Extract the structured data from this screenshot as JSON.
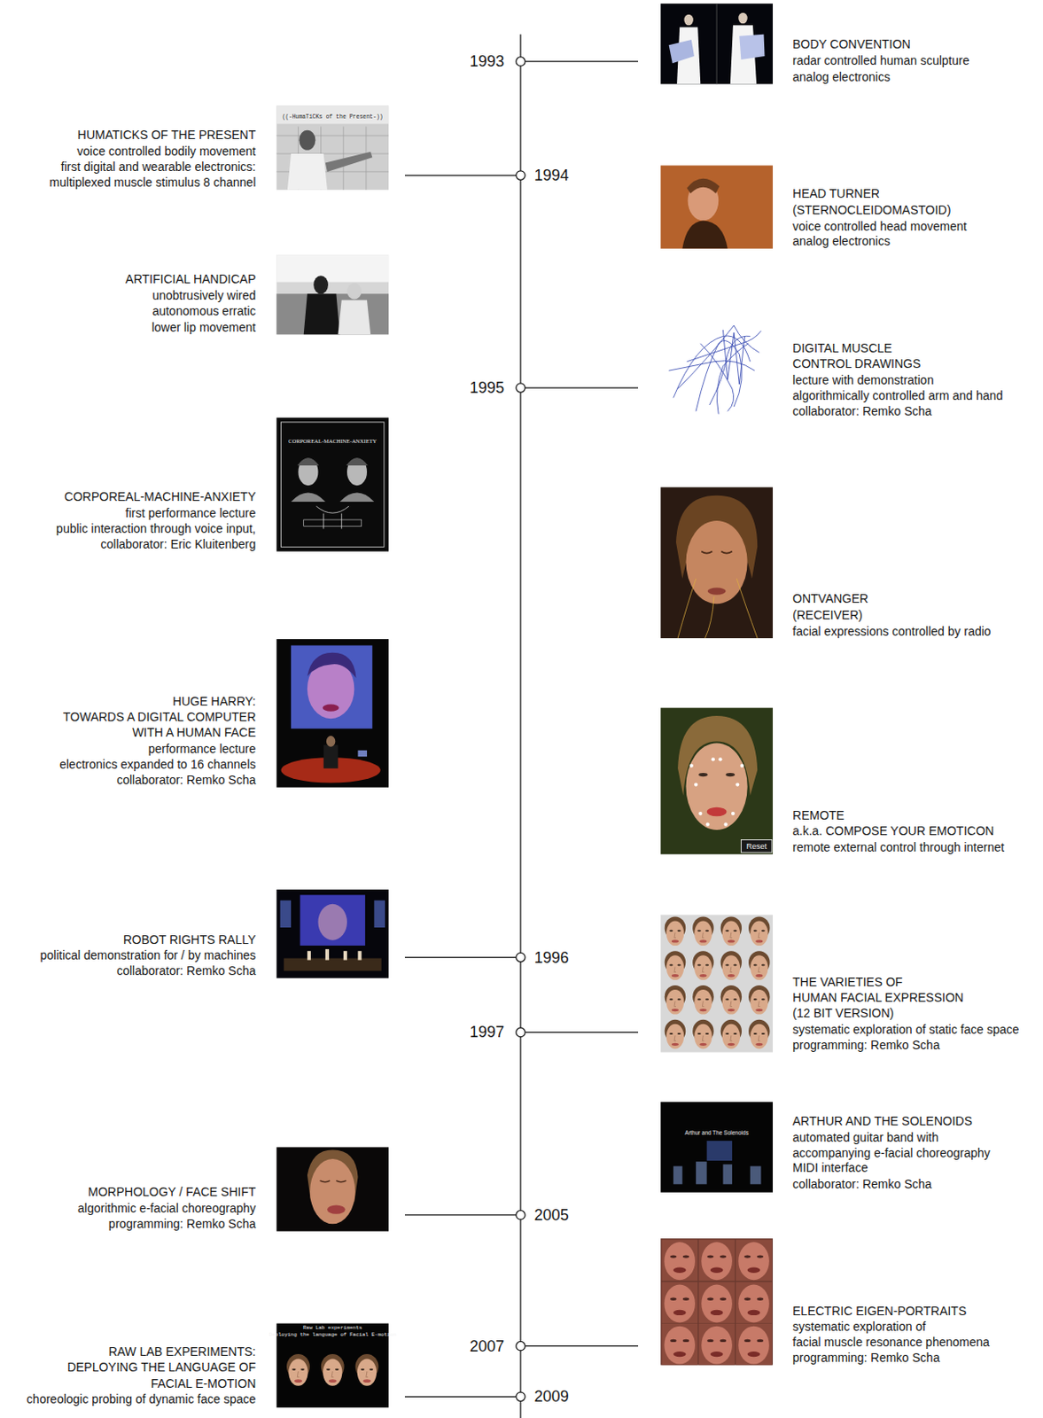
{
  "diagram": {
    "labels": [
      "1993",
      "BODY CONVENTION",
      "radar controlled human sculpture",
      "analog electronics",
      "((-HumaTiCKs of the Present-))",
      "HUMATICKS OF THE PRESENT",
      "voice controlled bodily movement",
      "first digital and wearable electronics:",
      "multiplexed muscle stimulus 8 channel",
      "1994",
      "HEAD TURNER",
      "(STERNOCLEIDOMASTOID)",
      "voice controlled head movement",
      "analog electronics",
      "ARTIFICIAL HANDICAP",
      "unobtrusively wired",
      "autonomous erratic",
      "lower lip movement",
      "DIGITAL MUSCLE",
      "CONTROL DRAWINGS",
      "lecture with demonstration",
      "algorithmically controlled arm and hand",
      "collaborator: Remko Scha",
      "1995",
      "CORPOREAL-MACHINE-ANXIETY",
      "CORPOREAL-MACHINE-ANXIETY",
      "first performance lecture",
      "public interaction through voice input,",
      "collaborator: Eric Kluitenberg",
      "ONTVANGER",
      "(RECEIVER)",
      "facial expressions controlled by radio",
      "HUGE HARRY:",
      "TOWARDS A DIGITAL COMPUTER",
      "WITH A HUMAN FACE",
      "performance lecture",
      "electronics expanded to 16 channels",
      "collaborator: Remko Scha",
      "REMOTE",
      "a.k.a. COMPOSE YOUR EMOTICON",
      "remote external control through internet",
      "Reset",
      "ROBOT RIGHTS RALLY",
      "political demonstration for / by machines",
      "collaborator: Remko Scha",
      "1996",
      "THE VARIETIES OF",
      "HUMAN FACIAL EXPRESSION",
      "(12 BIT VERSION)",
      "systematic exploration of static face space",
      "programming: Remko Scha",
      "1997",
      "Arthur and The Solenoids",
      "ARTHUR AND THE SOLENOIDS",
      "automated guitar band with",
      "accompanying e-facial choreography",
      "MIDI interface",
      "collaborator: Remko Scha",
      "MORPHOLOGY / FACE SHIFT",
      "algorithmic e-facial choreography",
      "programming: Remko Scha",
      "2005",
      "ELECTRIC EIGEN-PORTRAITS",
      "systematic exploration of",
      "facial muscle resonance phenomena",
      "programming: Remko Scha",
      "2007",
      "Raw Lab experiments",
      "Deploying the language of Facial E-motion",
      "RAW LAB EXPERIMENTS:",
      "DEPLOYING THE LANGUAGE OF",
      "FACIAL E-MOTION",
      "choreologic probing of dynamic face space",
      "2009"
    ]
  }
}
